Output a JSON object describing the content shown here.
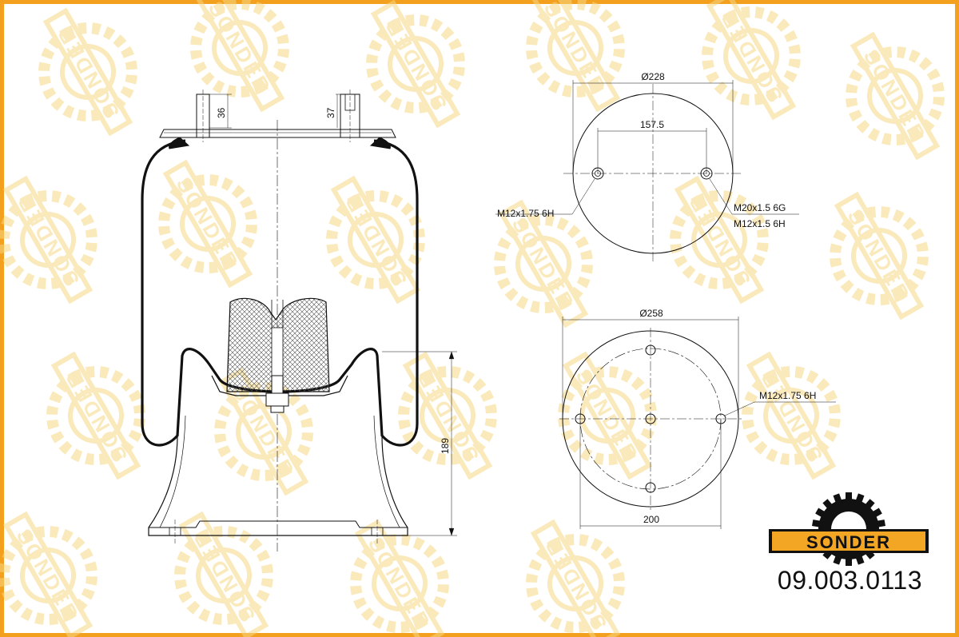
{
  "brand": {
    "name": "SONDER",
    "watermark_text": "SONDER",
    "colors": {
      "frame": "#f2a01e",
      "logo_fill": "#f3a624",
      "logo_outline": "#111111",
      "watermark": "#f6d884"
    }
  },
  "part_number": "09.003.0113",
  "side_view": {
    "dim_top_left": "36",
    "dim_top_right": "37",
    "dim_height": "189"
  },
  "top_plate": {
    "dia": "Ø228",
    "hole_spacing": "157.5",
    "thread_left": "M12x1.75 6H",
    "thread_right_1": "M20x1.5 6G",
    "thread_right_2": "M12x1.5 6H"
  },
  "bottom_plate": {
    "dia": "Ø258",
    "bolt_circle": "200",
    "thread": "M12x1.75 6H"
  }
}
